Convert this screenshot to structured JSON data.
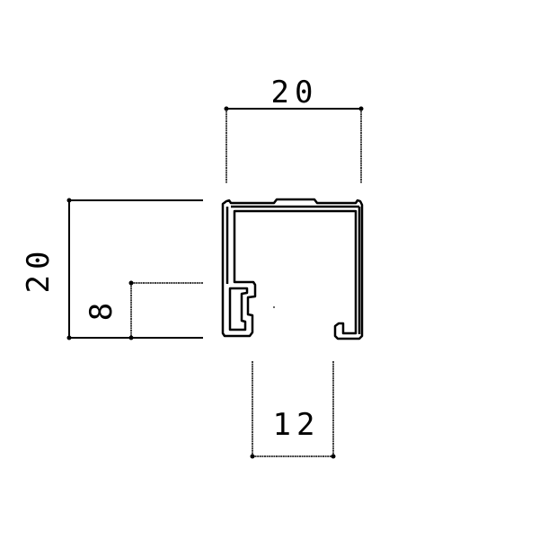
{
  "diagram": {
    "type": "cross-section profile drawing",
    "stroke_color": "#000000",
    "background": "#ffffff",
    "dimensions": {
      "top_width": {
        "label": "20",
        "orientation": "horizontal"
      },
      "left_height": {
        "label": "20",
        "orientation": "vertical"
      },
      "inner_offset": {
        "label": "8",
        "orientation": "vertical"
      },
      "bottom_opening": {
        "label": "12",
        "orientation": "horizontal"
      }
    }
  }
}
